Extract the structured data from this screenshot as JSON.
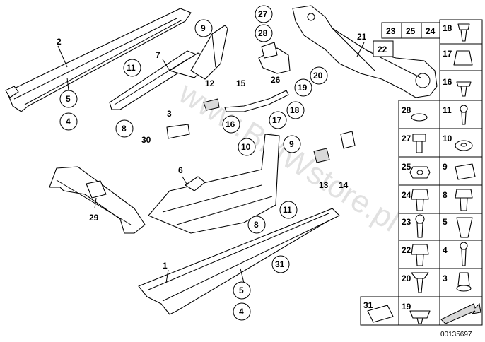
{
  "diagram_id": "00135697",
  "watermark": "www.BMWstore.pl",
  "callouts": [
    "1",
    "2",
    "3",
    "4",
    "5",
    "6",
    "7",
    "8",
    "9",
    "10",
    "11",
    "12",
    "13",
    "14",
    "15",
    "16",
    "17",
    "18",
    "19",
    "20",
    "21",
    "22",
    "23",
    "24",
    "25",
    "26",
    "27",
    "28",
    "29",
    "30",
    "31"
  ],
  "fastener_table": {
    "left_col": [
      "28",
      "27",
      "25",
      "24",
      "23",
      "22",
      "20",
      "19"
    ],
    "right_col": [
      "18",
      "17",
      "16",
      "11",
      "10",
      "9",
      "8",
      "5",
      "4",
      "3"
    ]
  }
}
